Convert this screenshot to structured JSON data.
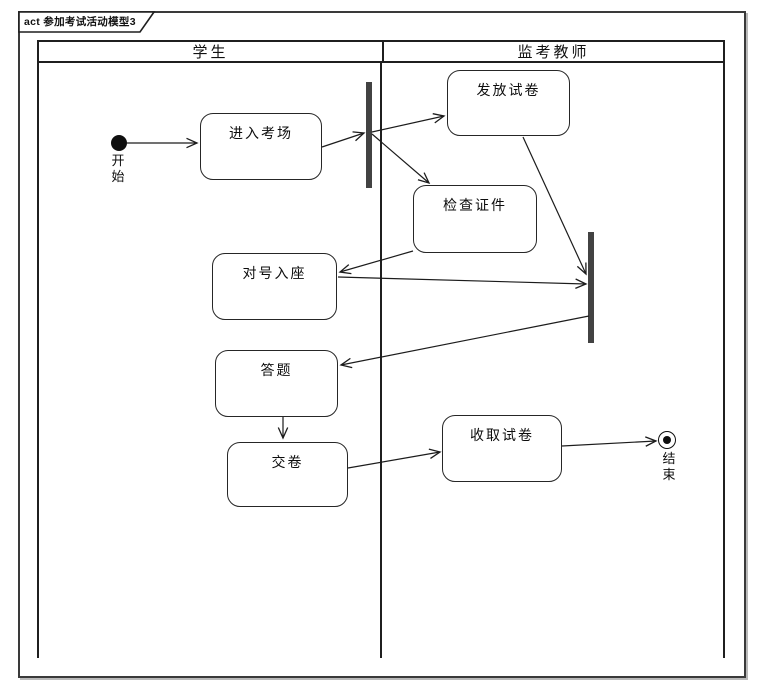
{
  "frame": {
    "title": "act 参加考试活动模型3"
  },
  "lanes": {
    "student": "学生",
    "invigilator": "监考教师"
  },
  "nodes": {
    "start": {
      "label": "开始",
      "type": "initial-node",
      "lane": "student"
    },
    "enter_room": {
      "label": "进入考场",
      "type": "activity",
      "lane": "student"
    },
    "fork": {
      "label": "",
      "type": "fork-bar",
      "lane": "student"
    },
    "distribute_papers": {
      "label": "发放试卷",
      "type": "activity",
      "lane": "invigilator"
    },
    "check_id": {
      "label": "检查证件",
      "type": "activity",
      "lane": "invigilator"
    },
    "join": {
      "label": "",
      "type": "join-bar",
      "lane": "invigilator"
    },
    "take_seat": {
      "label": "对号入座",
      "type": "activity",
      "lane": "student"
    },
    "answer_questions": {
      "label": "答题",
      "type": "activity",
      "lane": "student"
    },
    "submit_paper": {
      "label": "交卷",
      "type": "activity",
      "lane": "student"
    },
    "collect_papers": {
      "label": "收取试卷",
      "type": "activity",
      "lane": "invigilator"
    },
    "end": {
      "label": "结束",
      "type": "activity-final-node",
      "lane": "invigilator"
    }
  },
  "edges": [
    {
      "from": "start",
      "to": "enter_room"
    },
    {
      "from": "enter_room",
      "to": "fork"
    },
    {
      "from": "fork",
      "to": "distribute_papers"
    },
    {
      "from": "fork",
      "to": "check_id"
    },
    {
      "from": "distribute_papers",
      "to": "join"
    },
    {
      "from": "check_id",
      "to": "take_seat"
    },
    {
      "from": "take_seat",
      "to": "join"
    },
    {
      "from": "join",
      "to": "answer_questions"
    },
    {
      "from": "answer_questions",
      "to": "submit_paper"
    },
    {
      "from": "submit_paper",
      "to": "collect_papers"
    },
    {
      "from": "collect_papers",
      "to": "end"
    }
  ],
  "colors": {
    "background": "#ffffff",
    "line": "#1c1c1c",
    "bar": "#424242",
    "frame_border": "#3a3a3a"
  }
}
